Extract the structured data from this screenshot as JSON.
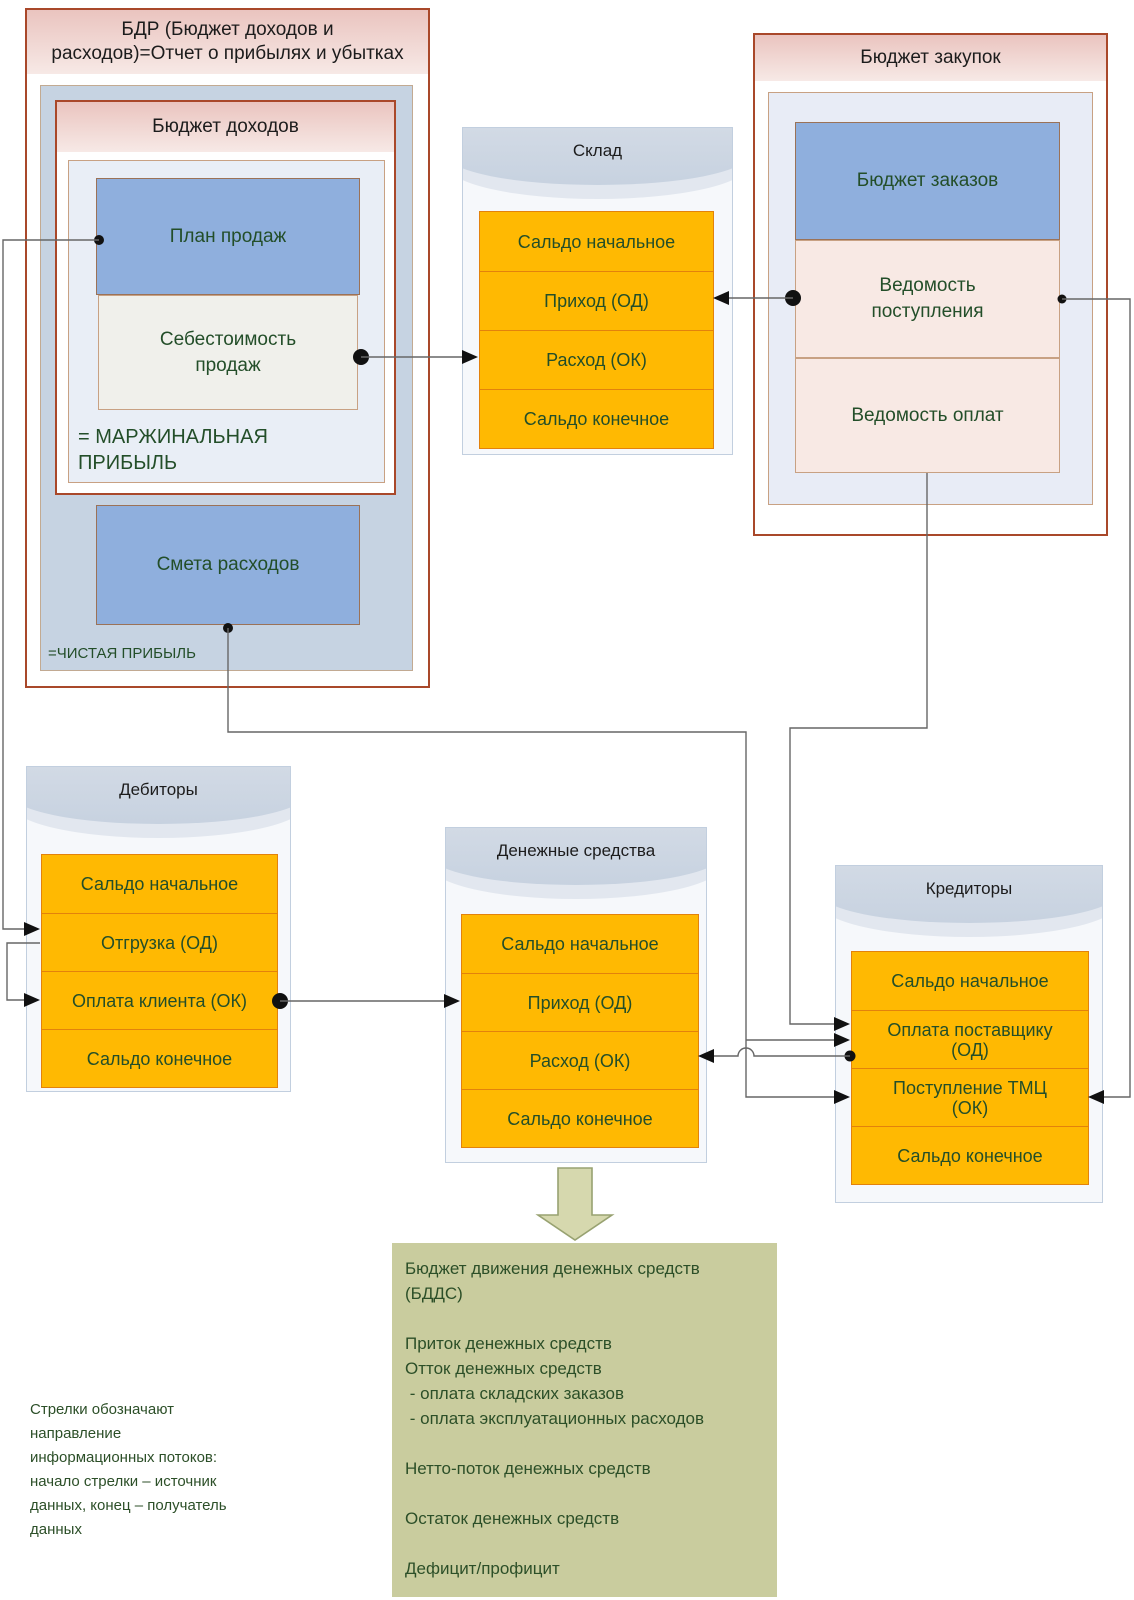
{
  "bdr": {
    "title_line1": "БДР (Бюджет доходов и",
    "title_line2": "расходов)=Отчет о прибылях и убытках",
    "income_title": "Бюджет доходов",
    "plan": "План продаж",
    "cost": "Себестоимость продаж",
    "margin": "= МАРЖИНАЛЬНАЯ ПРИБЫЛЬ",
    "smeta": "Смета расходов",
    "net_profit": "=ЧИСТАЯ ПРИБЫЛЬ"
  },
  "sklad": {
    "title": "Склад",
    "rows": [
      "Сальдо начальное",
      "Приход (ОД)",
      "Расход (ОК)",
      "Сальдо конечное"
    ]
  },
  "purchases": {
    "title": "Бюджет закупок",
    "orders": "Бюджет заказов",
    "receipts": "Ведомость поступления",
    "payments": "Ведомость оплат"
  },
  "debtors": {
    "title": "Дебиторы",
    "rows": [
      "Сальдо начальное",
      "Отгрузка (ОД)",
      "Оплата клиента (ОК)",
      "Сальдо конечное"
    ]
  },
  "cash": {
    "title": "Денежные средства",
    "rows": [
      "Сальдо начальное",
      "Приход (ОД)",
      "Расход (ОК)",
      "Сальдо конечное"
    ]
  },
  "creditors": {
    "title": "Кредиторы",
    "rows": [
      "Сальдо начальное",
      "Оплата поставщику (ОД)",
      "Поступление ТМЦ (ОК)",
      "Сальдо конечное"
    ]
  },
  "bdds": {
    "lines": [
      "Бюджет движения денежных средств",
      "(БДДС)",
      "",
      "Приток денежных средств",
      "Отток денежных средств",
      " - оплата складских заказов",
      " - оплата эксплуатационных расходов",
      "",
      "Нетто-поток денежных средств",
      "",
      "Остаток денежных средств",
      "",
      "Дефицит/профицит"
    ]
  },
  "legend": "Стрелки обозначают направление информационных потоков: начало стрелки – источник данных, конец – получатель данных",
  "colors": {
    "accent_orange": "#ffb902",
    "orange_border": "#e3820c",
    "brick_border": "#a9482a",
    "blue_fill": "#8fafdd",
    "pink_fill": "#f8e9e4",
    "panel_band": "#c9d3e1",
    "green_box": "#c9cc9e",
    "text_green": "#234e29"
  }
}
